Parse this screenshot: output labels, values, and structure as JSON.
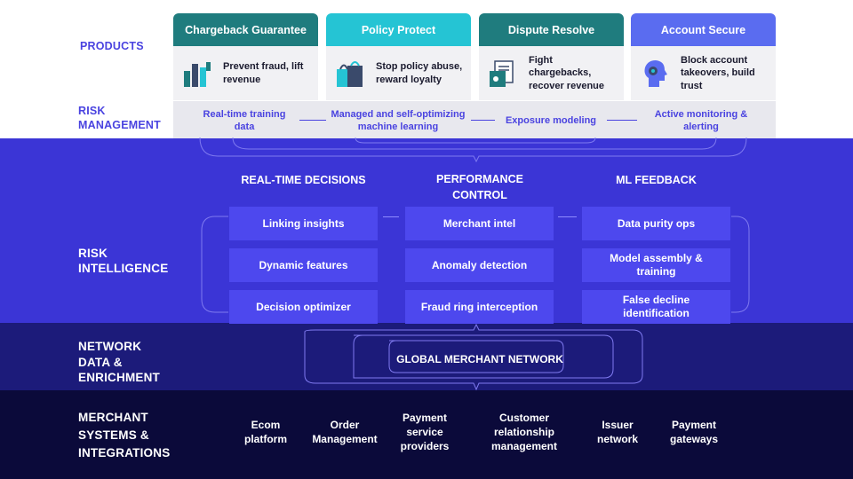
{
  "rows": {
    "products": "PRODUCTS",
    "risk_management": [
      "RISK",
      "MANAGEMENT"
    ],
    "risk_intelligence": [
      "RISK",
      "INTELLIGENCE"
    ],
    "network": [
      "NETWORK",
      "DATA &",
      "ENRICHMENT"
    ],
    "merchant": [
      "MERCHANT",
      "SYSTEMS &",
      "INTEGRATIONS"
    ]
  },
  "products": [
    {
      "title": "Chargeback Guarantee",
      "desc": "Prevent fraud, lift revenue",
      "color": "#1f7c7e",
      "icon": "chart-bars-icon"
    },
    {
      "title": "Policy Protect",
      "desc": "Stop policy abuse, reward loyalty",
      "color": "#25c4d4",
      "icon": "shopping-bags-icon"
    },
    {
      "title": "Dispute Resolve",
      "desc": "Fight chargebacks, recover revenue",
      "color": "#1f7c7e",
      "icon": "documents-icon"
    },
    {
      "title": "Account Secure",
      "desc": "Block account takeovers, build trust",
      "color": "#5a6cf0",
      "icon": "head-profile-icon"
    }
  ],
  "risk_management": [
    "Real-time training data",
    "Managed and self-optimizing machine learning",
    "Exposure modeling",
    "Active monitoring & alerting"
  ],
  "intelligence": {
    "columns": [
      {
        "title": "REAL-TIME DECISIONS",
        "items": [
          "Linking insights",
          "Dynamic features",
          "Decision optimizer"
        ]
      },
      {
        "title": "PERFORMANCE CONTROL",
        "items": [
          "Merchant intel",
          "Anomaly detection",
          "Fraud ring interception"
        ]
      },
      {
        "title": "ML FEEDBACK",
        "items": [
          "Data purity ops",
          "Model assembly & training",
          "False decline identification"
        ]
      }
    ]
  },
  "network": {
    "label": "GLOBAL MERCHANT NETWORK"
  },
  "systems": [
    "Ecom platform",
    "Order Management",
    "Payment service providers",
    "Customer relationship management",
    "Issuer network",
    "Payment gateways"
  ],
  "colors": {
    "accent": "#4a43e0",
    "intel_band": "#3b35d6",
    "network_band": "#1c1b7a",
    "merchant_band": "#0b0a3a",
    "box": "#4d48ee"
  }
}
